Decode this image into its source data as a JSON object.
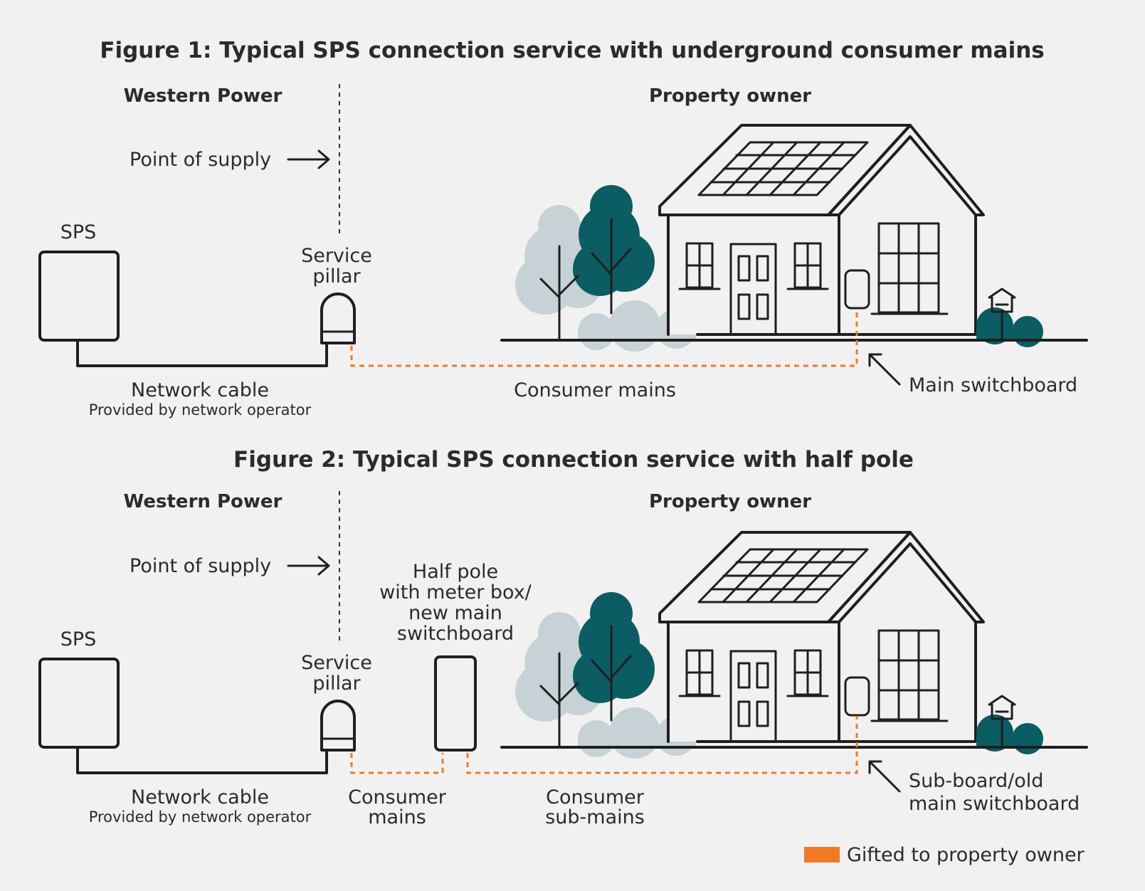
{
  "colors": {
    "background": "#f1f1f2",
    "teal": "#0b5c63",
    "light_tree": "#c6d2d6",
    "orange": "#f07a24",
    "wall": "#f1f1f2",
    "solar": "#c6d2d6"
  },
  "figure1": {
    "title": "Figure 1: Typical SPS connection service with underground consumer mains",
    "left_heading": "Western Power",
    "right_heading": "Property owner",
    "point_of_supply": "Point of supply",
    "sps_label": "SPS",
    "service_pillar_line1": "Service",
    "service_pillar_line2": "pillar",
    "network_cable": "Network cable",
    "network_cable_sub": "Provided by network operator",
    "consumer_mains": "Consumer mains",
    "main_switchboard": "Main switchboard"
  },
  "figure2": {
    "title": "Figure 2: Typical SPS connection service with half pole",
    "left_heading": "Western Power",
    "right_heading": "Property owner",
    "point_of_supply": "Point of supply",
    "sps_label": "SPS",
    "service_pillar_line1": "Service",
    "service_pillar_line2": "pillar",
    "half_pole_line1": "Half pole",
    "half_pole_line2": "with meter box/",
    "half_pole_line3": "new main",
    "half_pole_line4": "switchboard",
    "network_cable": "Network cable",
    "network_cable_sub": "Provided by network operator",
    "consumer_mains_line1": "Consumer",
    "consumer_mains_line2": "mains",
    "consumer_sub_mains_line1": "Consumer",
    "consumer_sub_mains_line2": "sub-mains",
    "sub_board_line1": "Sub-board/old",
    "sub_board_line2": "main switchboard"
  },
  "legend": {
    "gifted_label": "Gifted to property owner"
  }
}
